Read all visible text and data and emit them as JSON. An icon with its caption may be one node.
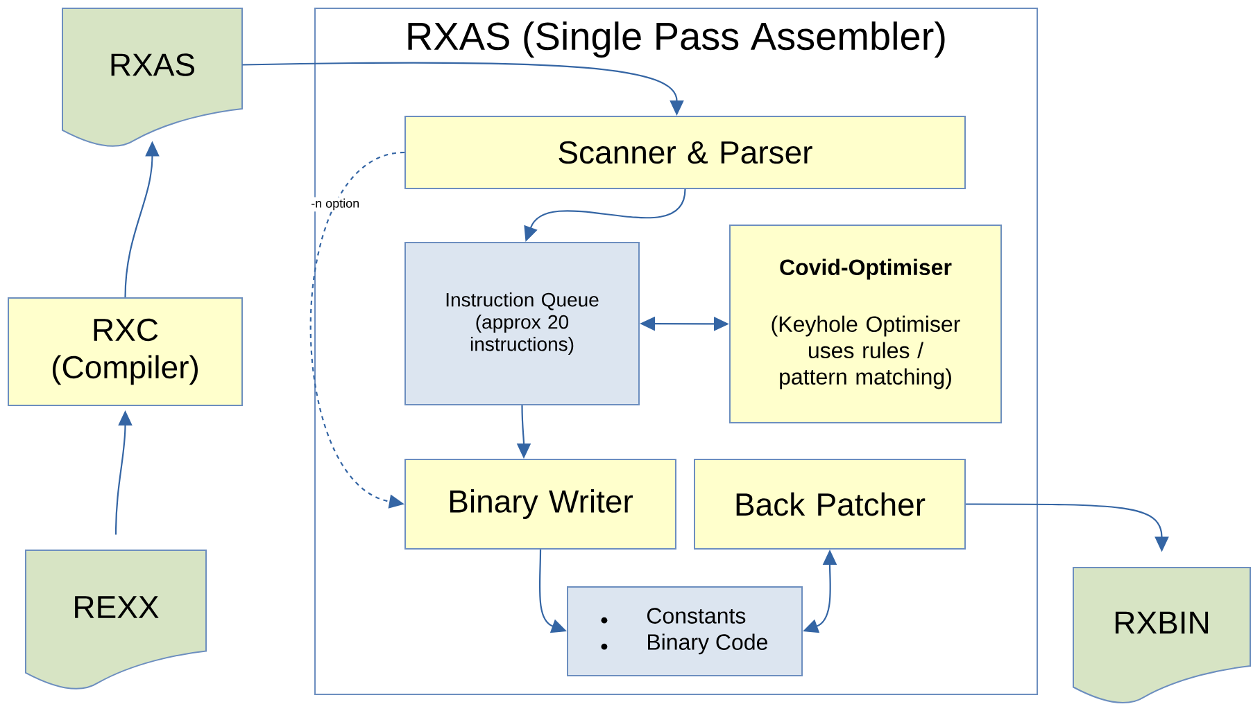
{
  "diagram": {
    "nodes": [
      {
        "text": [
          "RXAS"
        ]
      },
      {
        "text": [
          "RXC (Compiler)"
        ]
      },
      {
        "text": [
          "REXX"
        ]
      },
      {
        "text": [
          "RXAS (Single Pass Assembler)"
        ]
      },
      {
        "text": [
          "Scanner & Parser"
        ],
        "in": 3
      },
      {
        "text": [
          "Instruction Queue (approx 20 instructions)"
        ],
        "in": 3
      },
      {
        "text": [
          "Covid-Optimiser",
          "(Keyhole Optimiser uses rules / pattern matching)"
        ],
        "in": 3
      },
      {
        "text": [
          "Binary Writer"
        ],
        "in": 3
      },
      {
        "text": [
          "Back Patcher"
        ],
        "in": 3
      },
      {
        "text": [
          "Constants",
          "Binary Code"
        ],
        "in": 3
      },
      {
        "text": [
          "RXBIN"
        ]
      }
    ],
    "edges": [
      {
        "from": 0,
        "to": 4,
        "arrow": "to"
      },
      {
        "from": 1,
        "to": 0,
        "arrow": "to"
      },
      {
        "from": 2,
        "to": 1,
        "arrow": "to"
      },
      {
        "from": 4,
        "to": 5,
        "arrow": "to"
      },
      {
        "from": 5,
        "to": 6,
        "arrow": "both"
      },
      {
        "from": 5,
        "to": 7,
        "arrow": "to"
      },
      {
        "from": 4,
        "to": 7,
        "arrow": "to",
        "style": "dashed",
        "label": "-n option"
      },
      {
        "from": 7,
        "to": 9,
        "arrow": "to"
      },
      {
        "from": 9,
        "to": 8,
        "arrow": "both"
      },
      {
        "from": 8,
        "to": 10,
        "arrow": "to"
      }
    ]
  }
}
